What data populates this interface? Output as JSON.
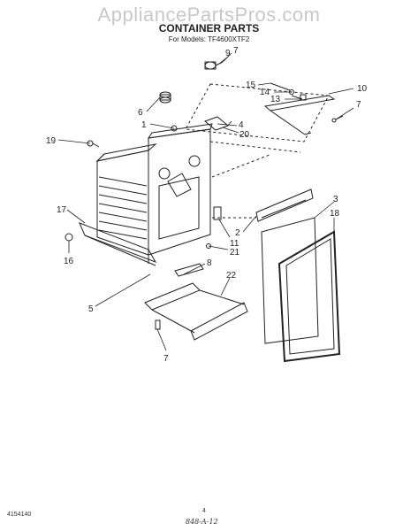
{
  "watermark": "AppliancePartsPros.com",
  "title": "CONTAINER PARTS",
  "subtitle": "For Models: TF4600XTF2",
  "footer": {
    "left_code": "4154140",
    "page_number": "4",
    "handwritten_note": "848-A-12"
  },
  "callouts": [
    {
      "id": "c9",
      "label": "9"
    },
    {
      "id": "c7a",
      "label": "7"
    },
    {
      "id": "c10",
      "label": "10"
    },
    {
      "id": "c15",
      "label": "15"
    },
    {
      "id": "c14",
      "label": "14"
    },
    {
      "id": "c13",
      "label": "13"
    },
    {
      "id": "c7b",
      "label": "7"
    },
    {
      "id": "c6",
      "label": "6"
    },
    {
      "id": "c1",
      "label": "1"
    },
    {
      "id": "c4",
      "label": "4"
    },
    {
      "id": "c20",
      "label": "20"
    },
    {
      "id": "c19",
      "label": "19"
    },
    {
      "id": "c3",
      "label": "3"
    },
    {
      "id": "c18",
      "label": "18"
    },
    {
      "id": "c2",
      "label": "2"
    },
    {
      "id": "c17",
      "label": "17"
    },
    {
      "id": "c16",
      "label": "16"
    },
    {
      "id": "c11",
      "label": "11"
    },
    {
      "id": "c21",
      "label": "21"
    },
    {
      "id": "c8",
      "label": "8"
    },
    {
      "id": "c22",
      "label": "22"
    },
    {
      "id": "c5",
      "label": "5"
    },
    {
      "id": "c7c",
      "label": "7"
    }
  ]
}
